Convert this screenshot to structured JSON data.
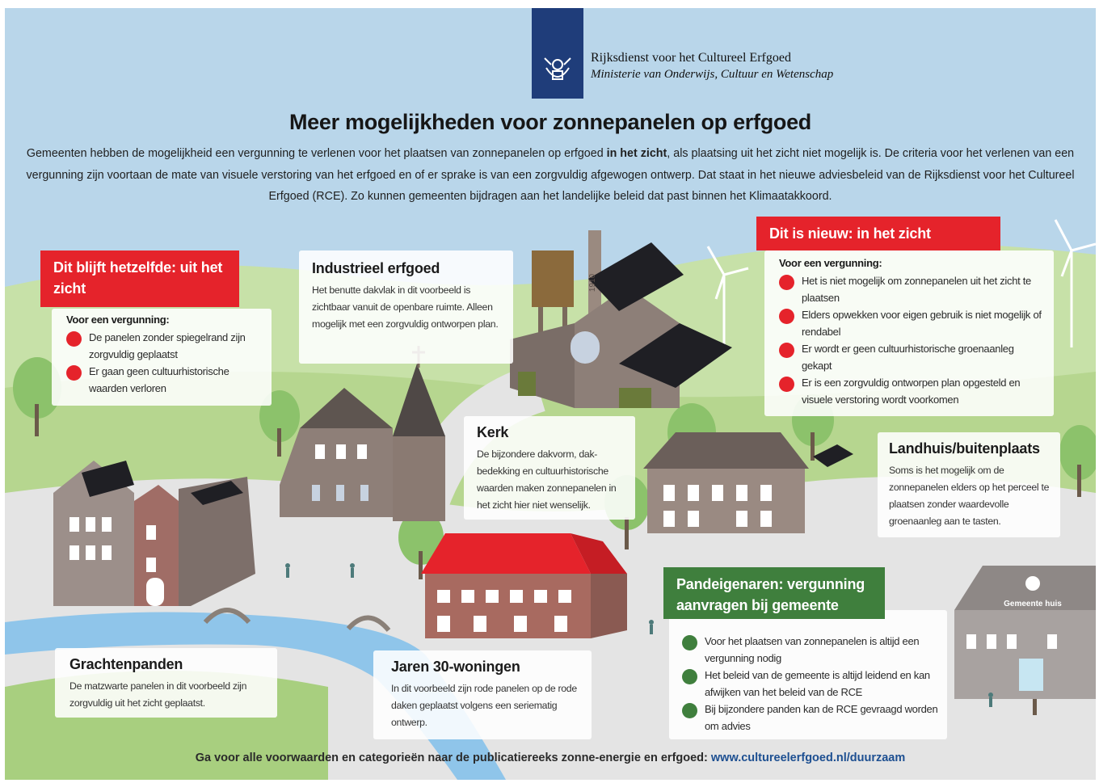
{
  "header": {
    "org_name": "Rijksdienst voor het Cultureel Erfgoed",
    "ministry": "Ministerie van Onderwijs, Cultuur en Wetenschap",
    "logo_icon": "coat-of-arms-icon"
  },
  "title": "Meer mogelijkheden voor zonnepanelen op erfgoed",
  "intro": {
    "part1": "Gemeenten hebben de mogelijkheid een vergunning te verlenen voor het plaatsen van zonnepanelen op erfgoed ",
    "bold": "in het zicht",
    "part2": ", als plaatsing uit het zicht niet mogelijk is. De criteria voor het verlenen van een vergunning zijn voortaan de mate van visuele verstoring van het erfgoed en of er sprake is van een zorgvuldig afgewogen ontwerp. Dat staat in het nieuwe adviesbeleid van de Rijksdienst voor het Cultureel Erfgoed (RCE). Zo kunnen gemeenten bijdragen aan het landelijke beleid dat past binnen het Klimaatakkoord."
  },
  "same": {
    "banner": "Dit blijft hetzelfde: uit het zicht",
    "sublabel": "Voor een vergunning:",
    "items": [
      "De panelen zonder spiegelrand zijn zorgvuldig geplaatst",
      "Er gaan geen cultuurhistorische waarden verloren"
    ]
  },
  "new": {
    "banner": "Dit is nieuw: in het zicht",
    "sublabel": "Voor een vergunning:",
    "items": [
      "Het is niet mogelijk om zonnepanelen uit het zicht te plaatsen",
      "Elders opwekken voor eigen gebruik is niet mogelijk of rendabel",
      "Er wordt er geen cultuurhistorische groenaanleg gekapt",
      "Er is een zorgvuldig ontworpen plan opgesteld en visuele verstoring wordt voorkomen"
    ]
  },
  "owners": {
    "banner": "Pandeigenaren: vergunning aanvragen bij gemeente",
    "items": [
      "Voor het plaatsen van zonnepanelen is altijd een vergunning nodig",
      "Het beleid van de gemeente is altijd leidend en kan afwijken van het beleid van de RCE",
      "Bij bijzondere panden kan de RCE gevraagd worden om advies"
    ]
  },
  "cards": {
    "industrieel": {
      "title": "Industrieel erfgoed",
      "text": "Het benutte dakvlak in dit voorbeeld is zichtbaar vanuit de openbare ruimte. Alleen mogelijk met een zorgvuldig ontworpen plan."
    },
    "kerk": {
      "title": "Kerk",
      "text": "De bijzondere dakvorm, dak-bedekking en cultuurhistorische waarden maken zonnepanelen in het zicht hier niet wenselijk."
    },
    "landhuis": {
      "title": "Landhuis/buitenplaats",
      "text": "Soms is het mogelijk om de zonnepanelen elders op het perceel te plaatsen zonder waardevolle groenaanleg aan te tasten."
    },
    "gracht": {
      "title": "Grachtenpanden",
      "text": "De matzwarte panelen in dit voorbeeld zijn zorgvuldig uit het zicht geplaatst."
    },
    "jaren30": {
      "title": "Jaren 30-woningen",
      "text": "In dit voorbeeld zijn rode panelen op de rode daken geplaatst volgens een seriematig ontwerp."
    }
  },
  "scene": {
    "factory_year": "1910",
    "town_hall_label": "Gemeente huis"
  },
  "footer": {
    "text": "Ga voor alle voorwaarden en categorieën naar de publicatiereeks zonne-energie en erfgoed: ",
    "link": "www.cultureelerfgoed.nl/duurzaam"
  },
  "colors": {
    "red": "#e5232b",
    "green": "#3f7f3d",
    "navy": "#1f3d7a",
    "sky": "#b9d6ea"
  }
}
